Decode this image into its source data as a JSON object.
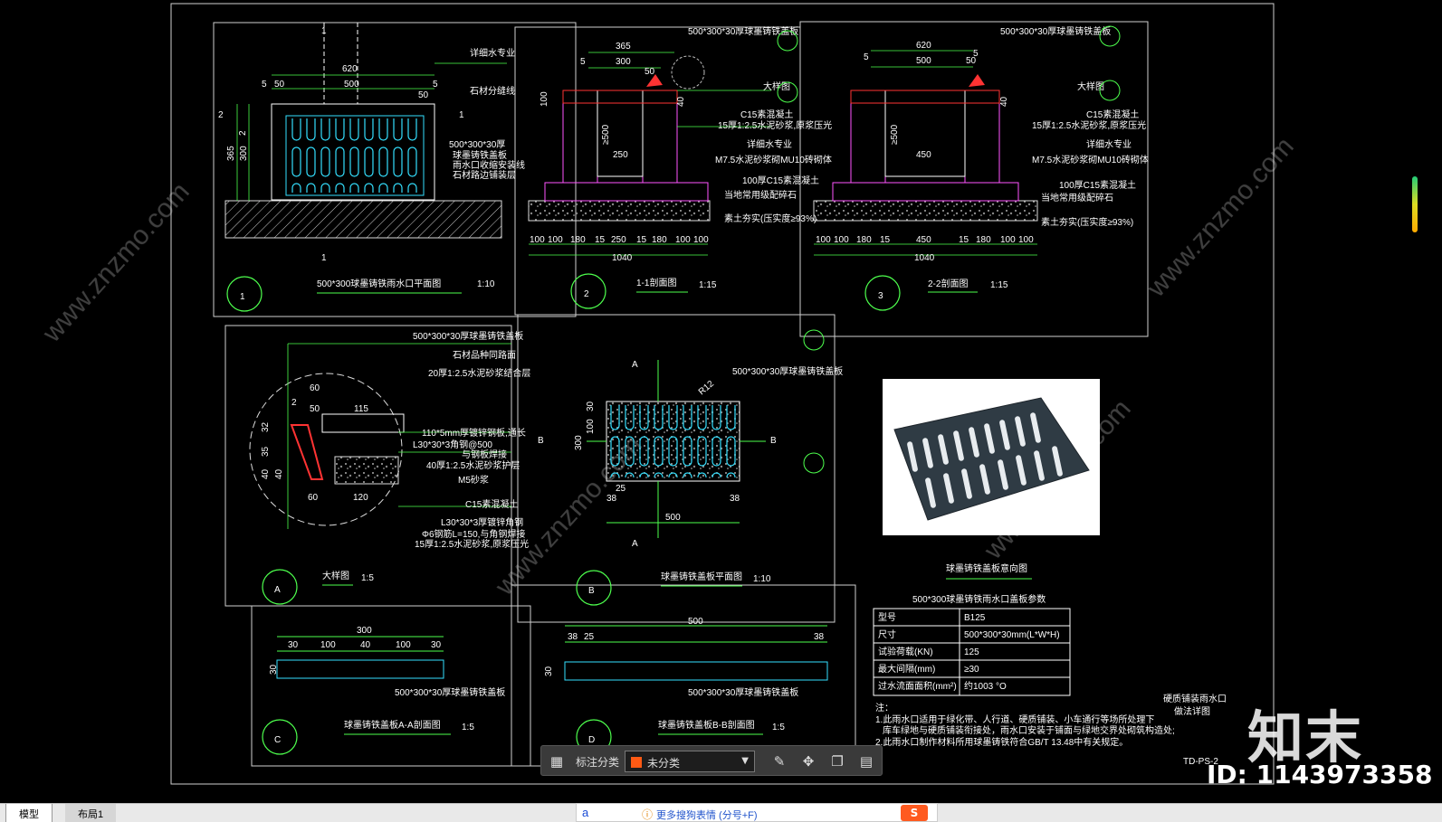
{
  "tabs": {
    "model": "模型",
    "layout": "布局1"
  },
  "ime": {
    "input": "a",
    "tip": "更多搜狗表情 (分号+F)",
    "logo": "S"
  },
  "annotation_toolbar": {
    "label": "标注分类",
    "selected": "未分类",
    "swatch": "#ff5a14"
  },
  "brand": {
    "name": "知末",
    "id": "ID: 1143973358"
  },
  "watermark": "www.znzmo.com",
  "drawings": {
    "d1": {
      "num": "1",
      "title": "500*300球墨铸铁雨水口平面图",
      "scale": "1:10",
      "dims": [
        "620",
        "5",
        "50",
        "500",
        "50",
        "5",
        "5",
        "50",
        "2",
        "300",
        "365",
        "5",
        "2",
        "1",
        "1"
      ],
      "notes": [
        "详细水专业",
        "石材分缝线",
        "500*300*30厚",
        "球墨铸铁盖板",
        "雨水口收缩安装线",
        "石材路边铺装层"
      ]
    },
    "d2": {
      "num": "2",
      "title": "1-1剖面图",
      "scale": "1:15",
      "dims": [
        "365",
        "5",
        "300",
        "50",
        "100",
        "40",
        "≥500",
        "250",
        "100",
        "100",
        "180",
        "15",
        "250",
        "15",
        "180",
        "100",
        "100",
        "1040"
      ],
      "notes": [
        "500*300*30厚球墨铸铁盖板",
        "大样图",
        "C15素混凝土",
        "15厚1:2.5水泥砂浆,原浆压光",
        "详细水专业",
        "M7.5水泥砂浆砌MU10砖砌体",
        "100厚C15素混凝土",
        "当地常用级配碎石",
        "素土夯实(压实度≥93%)"
      ]
    },
    "d3": {
      "num": "3",
      "title": "2-2剖面图",
      "scale": "1:15",
      "dims": [
        "620",
        "5",
        "500",
        "50",
        "5",
        "40",
        "≥500",
        "450",
        "100",
        "100",
        "180",
        "15",
        "450",
        "15",
        "180",
        "100",
        "100",
        "1040"
      ],
      "notes": [
        "500*300*30厚球墨铸铁盖板",
        "大样图",
        "C15素混凝土",
        "15厚1:2.5水泥砂浆,原浆压光",
        "详细水专业",
        "M7.5水泥砂浆砌MU10砖砌体",
        "100厚C15素混凝土",
        "当地常用级配碎石",
        "素土夯实(压实度≥93%)"
      ]
    },
    "dA": {
      "num": "A",
      "title": "大样图",
      "scale": "1:5",
      "dims": [
        "60",
        "2",
        "50",
        "115",
        "32",
        "35",
        "40",
        "40",
        "60",
        "120"
      ],
      "notes": [
        "500*300*30厚球墨铸铁盖板",
        "石材品种同路面",
        "20厚1:2.5水泥砂浆结合层",
        "110*5mm厚镀锌钢板,通长",
        "L30*30*3角钢@500",
        "与钢板焊接",
        "40厚1:2.5水泥砂浆护层",
        "M5砂浆",
        "C15素混凝土",
        "L30*30*3厚镀锌角钢",
        "Φ6钢筋L=150,与角钢焊接",
        "15厚1:2.5水泥砂浆,原浆压光"
      ]
    },
    "dB": {
      "num": "B",
      "title": "球墨铸铁盖板平面图",
      "scale": "1:10",
      "dims": [
        "R12",
        "300",
        "30",
        "100",
        "38",
        "25",
        "500"
      ],
      "notes": [
        "500*300*30厚球墨铸铁盖板",
        "A",
        "A",
        "B",
        "B"
      ]
    },
    "dC": {
      "num": "C",
      "title": "球墨铸铁盖板A-A剖面图",
      "scale": "1:5",
      "dims": [
        "300",
        "30",
        "100",
        "40",
        "100",
        "30",
        "30"
      ],
      "notes": [
        "500*300*30厚球墨铸铁盖板"
      ]
    },
    "dD": {
      "num": "D",
      "title": "球墨铸铁盖板B-B剖面图",
      "scale": "1:5",
      "dims": [
        "500",
        "38",
        "25",
        "30"
      ],
      "notes": [
        "500*300*30厚球墨铸铁盖板"
      ]
    },
    "photo": {
      "title": "球墨铸铁盖板意向图"
    },
    "table": {
      "title": "500*300球墨铸铁雨水口盖板参数",
      "rows": [
        [
          "型号",
          "B125"
        ],
        [
          "尺寸",
          "500*300*30mm(L*W*H)"
        ],
        [
          "试验荷载(KN)",
          "125"
        ],
        [
          "最大间隔(mm)",
          "≥30"
        ],
        [
          "过水流面面积(mm²)",
          "约1003 °O"
        ]
      ]
    },
    "notes": {
      "heading": "注：",
      "lines": [
        "1.此雨水口适用于绿化带、人行道、硬质铺装、小车通行等场所处理下",
        "库车绿地与硬质铺装衔接处，雨水口安装于铺面与绿地交界处砌筑构造处;",
        "2.此雨水口制作材料所用球墨铸铁符合GB/T 13.48中有关规定。"
      ]
    },
    "titleblock": {
      "name": "硬质铺装雨水口",
      "sub": "做法详图",
      "code": "TD-PS-2"
    }
  }
}
